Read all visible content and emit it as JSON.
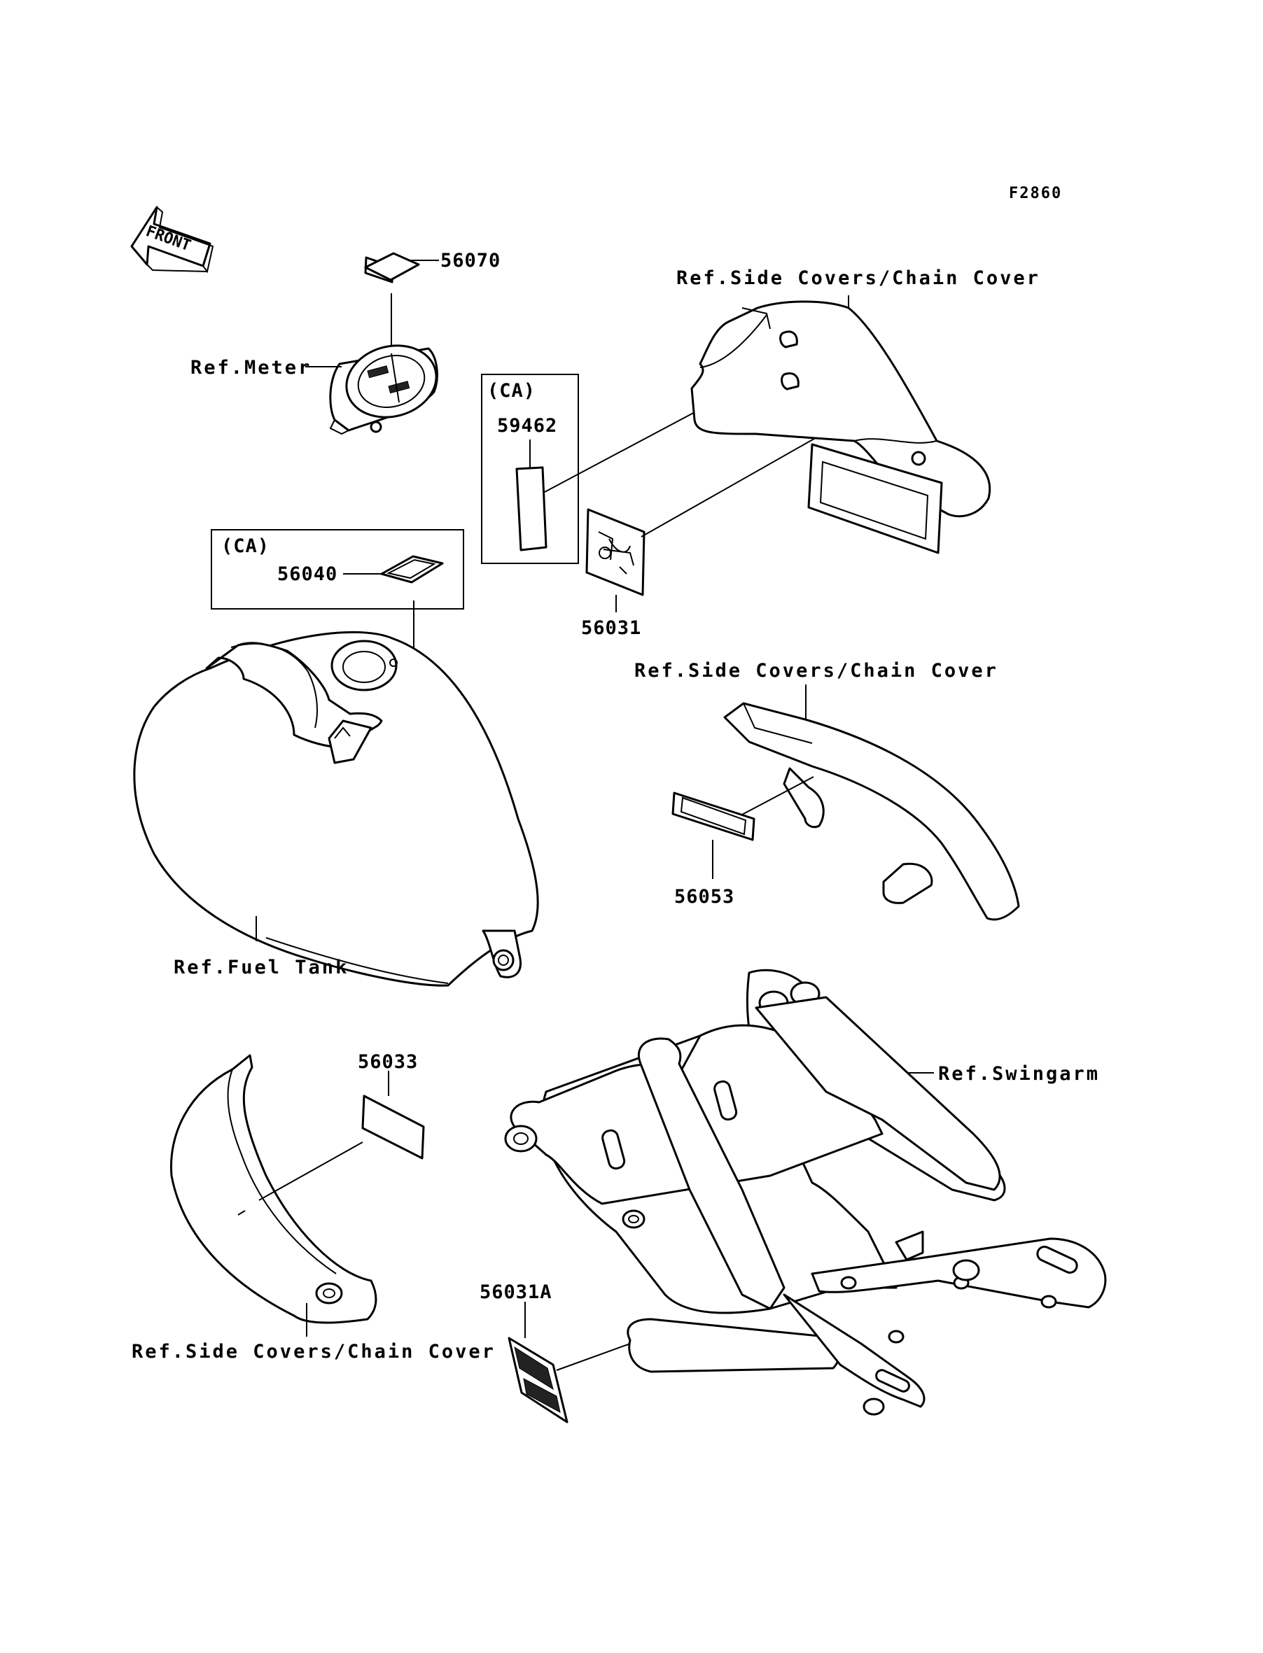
{
  "diagram": {
    "code": "F2860",
    "front_label": "FRONT",
    "refs": {
      "meter": "Ref.Meter",
      "side_covers_top": "Ref.Side Covers/Chain Cover",
      "side_covers_mid": "Ref.Side Covers/Chain Cover",
      "side_covers_bottom": "Ref.Side Covers/Chain Cover",
      "fuel_tank": "Ref.Fuel Tank",
      "swingarm": "Ref.Swingarm"
    },
    "region_labels": {
      "ca_right": "(CA)",
      "ca_left": "(CA)"
    },
    "parts": {
      "p56070": "56070",
      "p59462": "59462",
      "p56040": "56040",
      "p56031": "56031",
      "p56053": "56053",
      "p56033": "56033",
      "p56031A": "56031A"
    }
  }
}
